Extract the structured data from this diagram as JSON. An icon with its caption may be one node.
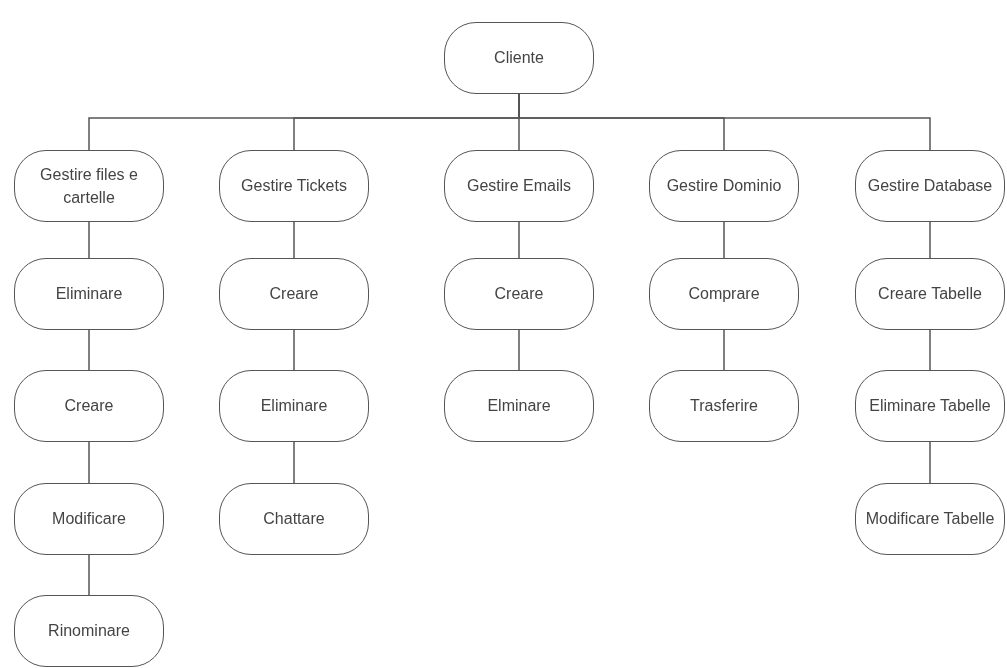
{
  "diagram": {
    "nodes": [
      {
        "text": [
          "Cliente"
        ]
      },
      {
        "text": [
          "Gestire files e cartelle"
        ]
      },
      {
        "text": [
          "Eliminare"
        ]
      },
      {
        "text": [
          "Creare"
        ]
      },
      {
        "text": [
          "Modificare"
        ]
      },
      {
        "text": [
          "Rinominare"
        ]
      },
      {
        "text": [
          "Gestire Tickets"
        ]
      },
      {
        "text": [
          "Creare"
        ]
      },
      {
        "text": [
          "Eliminare"
        ]
      },
      {
        "text": [
          "Chattare"
        ]
      },
      {
        "text": [
          "Gestire Emails"
        ]
      },
      {
        "text": [
          "Creare"
        ]
      },
      {
        "text": [
          "Elminare"
        ]
      },
      {
        "text": [
          "Gestire Dominio"
        ]
      },
      {
        "text": [
          "Comprare"
        ]
      },
      {
        "text": [
          "Trasferire"
        ]
      },
      {
        "text": [
          "Gestire Database"
        ]
      },
      {
        "text": [
          "Creare Tabelle"
        ]
      },
      {
        "text": [
          "Eliminare Tabelle"
        ]
      },
      {
        "text": [
          "Modificare Tabelle"
        ]
      }
    ],
    "edges": [
      {
        "from": 0,
        "to": 1,
        "arrow": "none"
      },
      {
        "from": 0,
        "to": 6,
        "arrow": "none"
      },
      {
        "from": 0,
        "to": 10,
        "arrow": "none"
      },
      {
        "from": 0,
        "to": 13,
        "arrow": "none"
      },
      {
        "from": 0,
        "to": 16,
        "arrow": "none"
      },
      {
        "from": 1,
        "to": 2,
        "arrow": "none"
      },
      {
        "from": 2,
        "to": 3,
        "arrow": "none"
      },
      {
        "from": 3,
        "to": 4,
        "arrow": "none"
      },
      {
        "from": 4,
        "to": 5,
        "arrow": "none"
      },
      {
        "from": 6,
        "to": 7,
        "arrow": "none"
      },
      {
        "from": 7,
        "to": 8,
        "arrow": "none"
      },
      {
        "from": 8,
        "to": 9,
        "arrow": "none"
      },
      {
        "from": 10,
        "to": 11,
        "arrow": "none"
      },
      {
        "from": 11,
        "to": 12,
        "arrow": "none"
      },
      {
        "from": 13,
        "to": 14,
        "arrow": "none"
      },
      {
        "from": 14,
        "to": 15,
        "arrow": "none"
      },
      {
        "from": 16,
        "to": 17,
        "arrow": "none"
      },
      {
        "from": 17,
        "to": 18,
        "arrow": "none"
      },
      {
        "from": 18,
        "to": 19,
        "arrow": "none"
      }
    ]
  }
}
